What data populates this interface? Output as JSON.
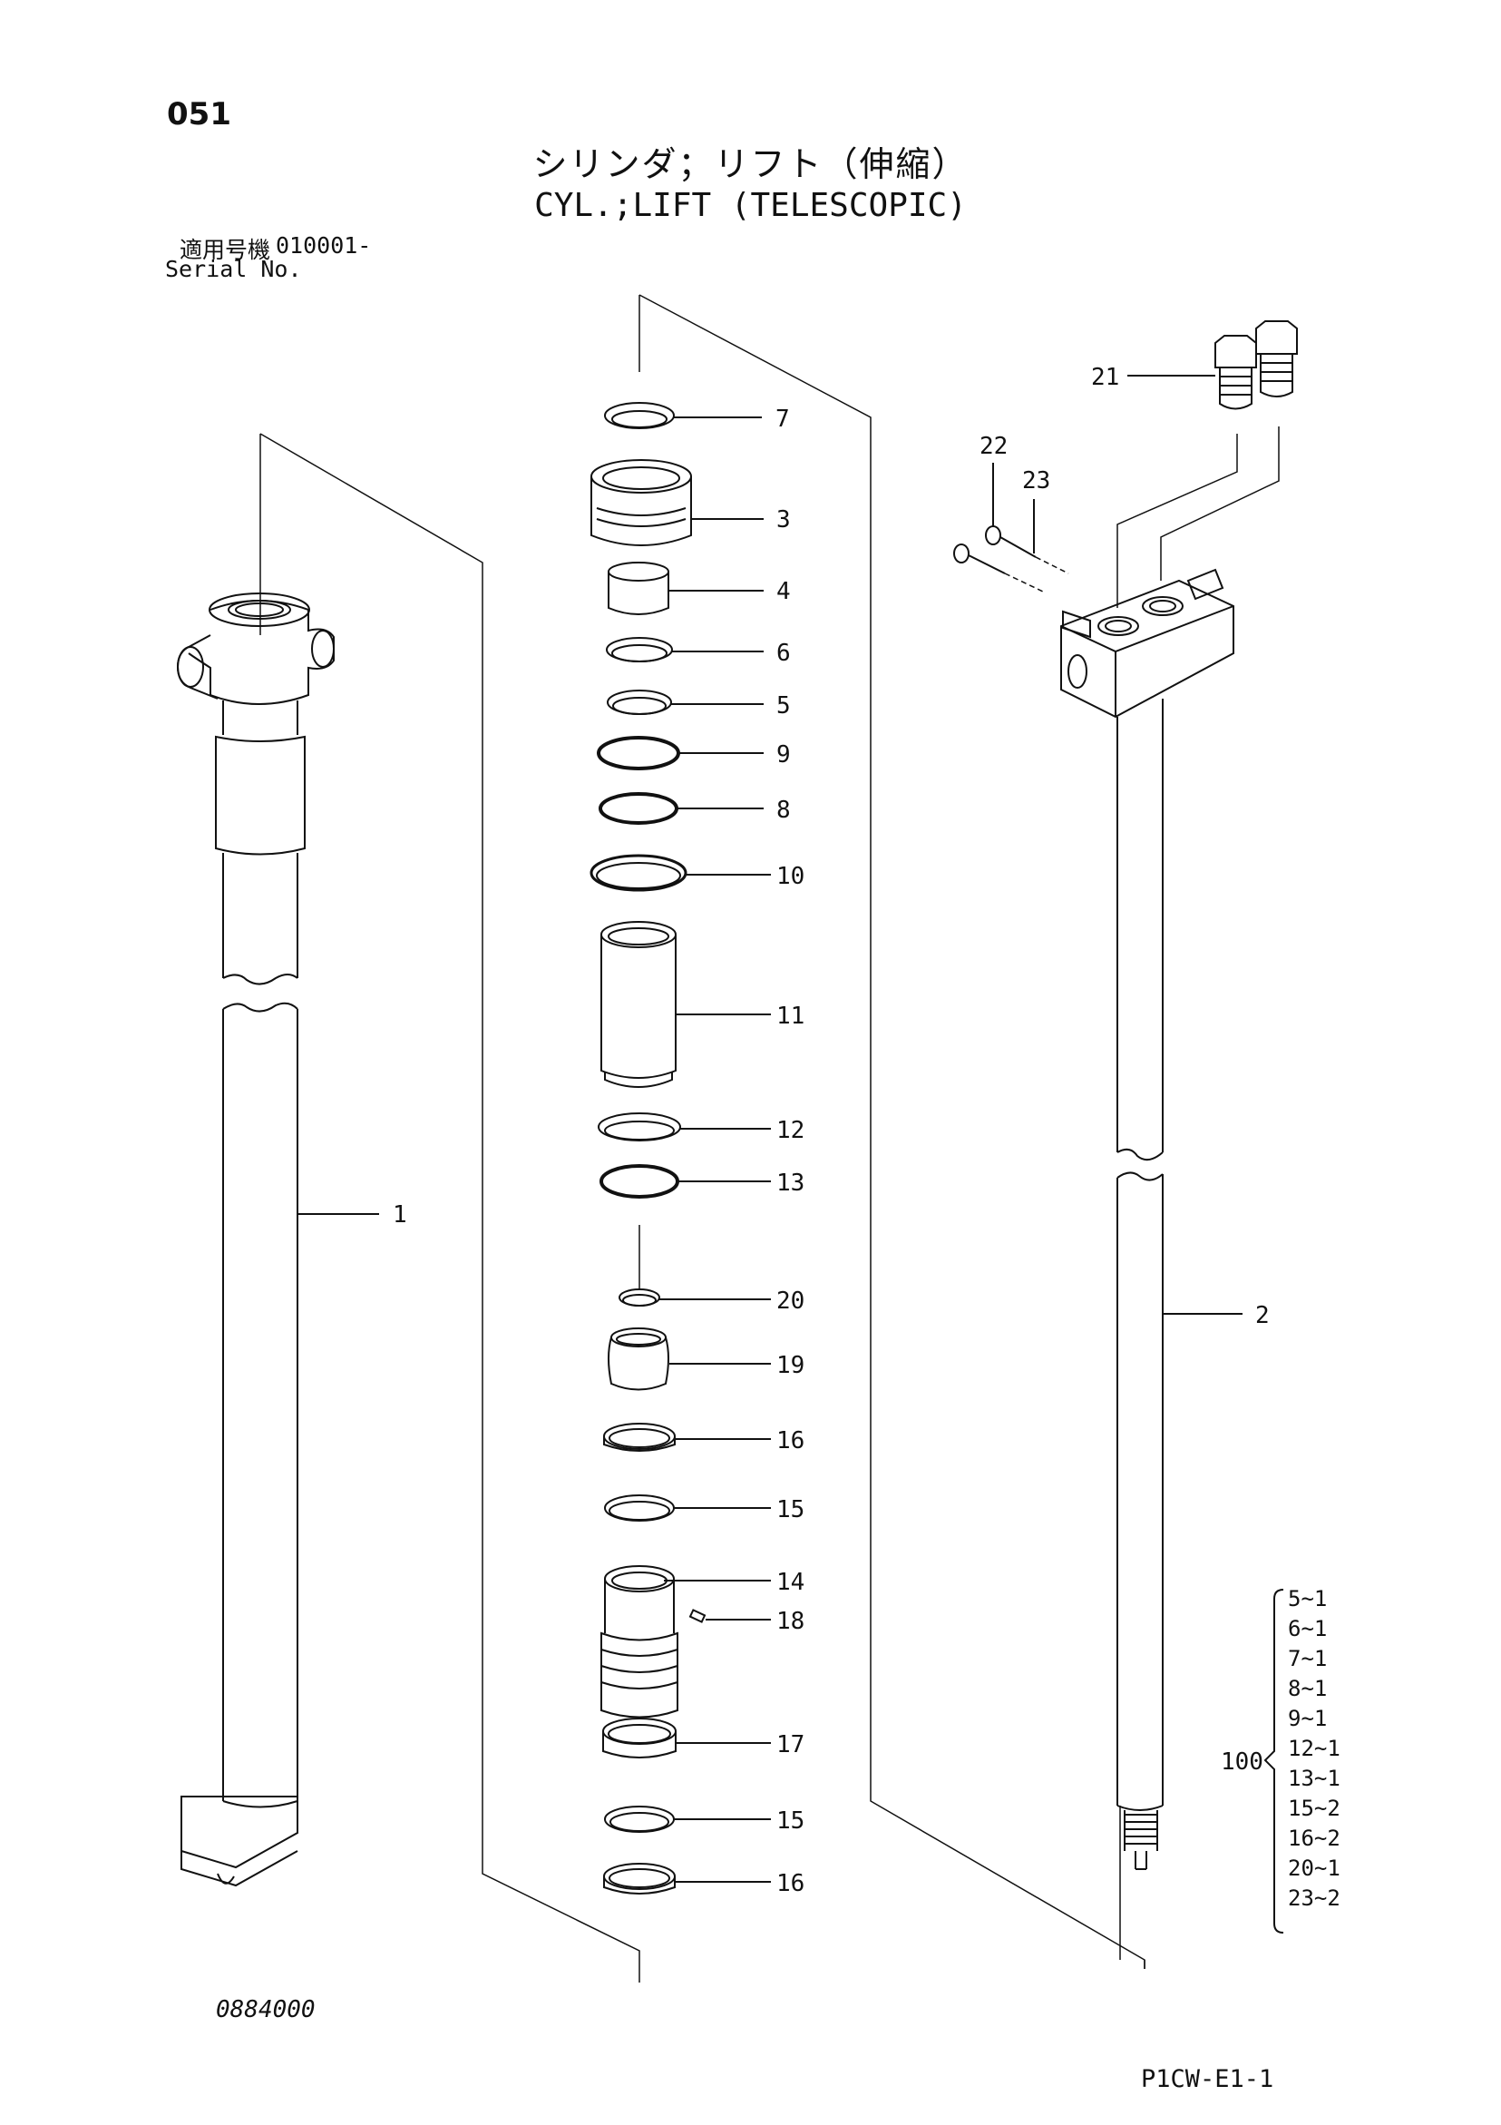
{
  "header": {
    "page_number": "051",
    "title_jp": "シリンダ；リフト（伸縮）",
    "title_en": "CYL.;LIFT (TELESCOPIC)",
    "serial_label_jp": "適用号機",
    "serial_value": "010001-",
    "serial_label_en": "Serial No."
  },
  "footer": {
    "reference_code": "0884000",
    "sheet_code": "P1CW-E1-1"
  },
  "callouts": {
    "c1": "1",
    "c2": "2",
    "c3": "3",
    "c4": "4",
    "c5": "5",
    "c6": "6",
    "c7": "7",
    "c8": "8",
    "c9": "9",
    "c10": "10",
    "c11": "11",
    "c12": "12",
    "c13": "13",
    "c14": "14",
    "c15a": "15",
    "c15b": "15",
    "c16a": "16",
    "c16b": "16",
    "c17": "17",
    "c18": "18",
    "c19": "19",
    "c20": "20",
    "c21": "21",
    "c22": "22",
    "c23": "23"
  },
  "kit": {
    "label": "100",
    "items": [
      "5~1",
      "6~1",
      "7~1",
      "8~1",
      "9~1",
      "12~1",
      "13~1",
      "15~2",
      "16~2",
      "20~1",
      "23~2"
    ]
  },
  "colors": {
    "ink": "#111111",
    "paper": "#ffffff"
  }
}
